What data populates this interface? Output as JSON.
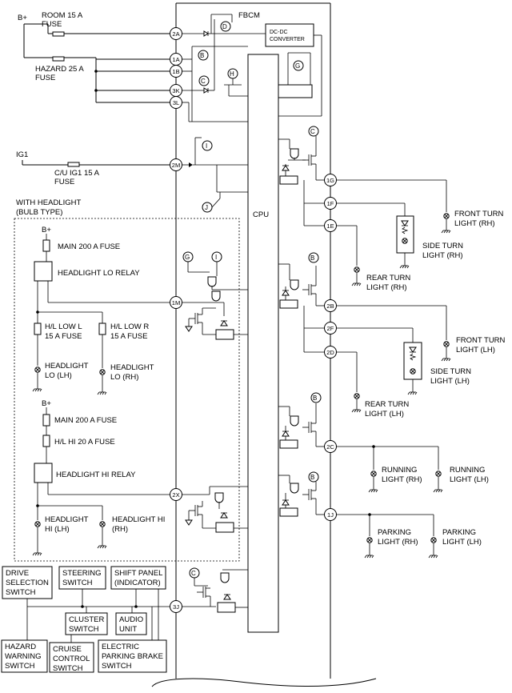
{
  "module": {
    "name": "FBCM",
    "cpu": "CPU",
    "dcdc_line1": "DC-DC",
    "dcdc_line2": "CONVERTER"
  },
  "power": {
    "b_plus": "B+",
    "ig1": "IG1",
    "room_fuse_l1": "ROOM 15 A",
    "room_fuse_l2": "FUSE",
    "hazard_fuse_l1": "HAZARD 25 A",
    "hazard_fuse_l2": "FUSE",
    "cu_fuse_l1": "C/U IG1 15 A",
    "cu_fuse_l2": "FUSE"
  },
  "connectors": {
    "c2A": "2A",
    "c1A": "1A",
    "c1B": "1B",
    "c3K": "3K",
    "c3L": "3L",
    "c2M": "2M",
    "c1M": "1M",
    "c2X": "2X",
    "c3J": "3J",
    "c1G": "1G",
    "c1F": "1F",
    "c1E": "1E",
    "c2B": "2B",
    "c2F": "2F",
    "c2D": "2D",
    "c2C": "2C",
    "c1J": "1J"
  },
  "circle_letters": {
    "B": "B",
    "C": "C",
    "D": "D",
    "G": "G",
    "H": "H",
    "I": "I",
    "J": "J"
  },
  "headlight": {
    "title_l1": "WITH HEADLIGHT",
    "title_l2": "(BULB TYPE)",
    "b_plus": "B+",
    "main_fuse": "MAIN 200 A FUSE",
    "lo_relay": "HEADLIGHT LO RELAY",
    "hl_low_l_l1": "H/L LOW L",
    "hl_low_l_l2": "15 A FUSE",
    "hl_low_r_l1": "H/L LOW R",
    "hl_low_r_l2": "15 A FUSE",
    "lo_lh_l1": "HEADLIGHT",
    "lo_lh_l2": "LO (LH)",
    "lo_rh_l1": "HEADLIGHT",
    "lo_rh_l2": "LO (RH)",
    "b_plus_2": "B+",
    "main_fuse_2": "MAIN 200 A FUSE",
    "hi_fuse": "H/L HI 20 A FUSE",
    "hi_relay": "HEADLIGHT HI RELAY",
    "hi_lh_l1": "HEADLIGHT",
    "hi_lh_l2": "HI (LH)",
    "hi_rh_l1": "HEADLIGHT HI",
    "hi_rh_l2": "(RH)"
  },
  "loads": {
    "front_turn_rh_l1": "FRONT TURN",
    "front_turn_rh_l2": "LIGHT (RH)",
    "side_turn_rh_l1": "SIDE TURN",
    "side_turn_rh_l2": "LIGHT (RH)",
    "rear_turn_rh_l1": "REAR TURN",
    "rear_turn_rh_l2": "LIGHT (RH)",
    "front_turn_lh_l1": "FRONT TURN",
    "front_turn_lh_l2": "LIGHT (LH)",
    "side_turn_lh_l1": "SIDE TURN",
    "side_turn_lh_l2": "LIGHT (LH)",
    "rear_turn_lh_l1": "REAR TURN",
    "rear_turn_lh_l2": "LIGHT (LH)",
    "running_rh_l1": "RUNNING",
    "running_rh_l2": "LIGHT (RH)",
    "running_lh_l1": "RUNNING",
    "running_lh_l2": "LIGHT (LH)",
    "parking_rh_l1": "PARKING",
    "parking_rh_l2": "LIGHT (RH)",
    "parking_lh_l1": "PARKING",
    "parking_lh_l2": "LIGHT (LH)"
  },
  "switches": {
    "drive_sel_l1": "DRIVE",
    "drive_sel_l2": "SELECTION",
    "drive_sel_l3": "SWITCH",
    "steering_l1": "STEERING",
    "steering_l2": "SWITCH",
    "shift_l1": "SHIFT PANEL",
    "shift_l2": "(INDICATOR)",
    "cluster_l1": "CLUSTER",
    "cluster_l2": "SWITCH",
    "audio_l1": "AUDIO",
    "audio_l2": "UNIT",
    "hazard_l1": "HAZARD",
    "hazard_l2": "WARNING",
    "hazard_l3": "SWITCH",
    "cruise_l1": "CRUISE",
    "cruise_l2": "CONTROL",
    "cruise_l3": "SWITCH",
    "epb_l1": "ELECTRIC",
    "epb_l2": "PARKING BRAKE",
    "epb_l3": "SWITCH"
  }
}
